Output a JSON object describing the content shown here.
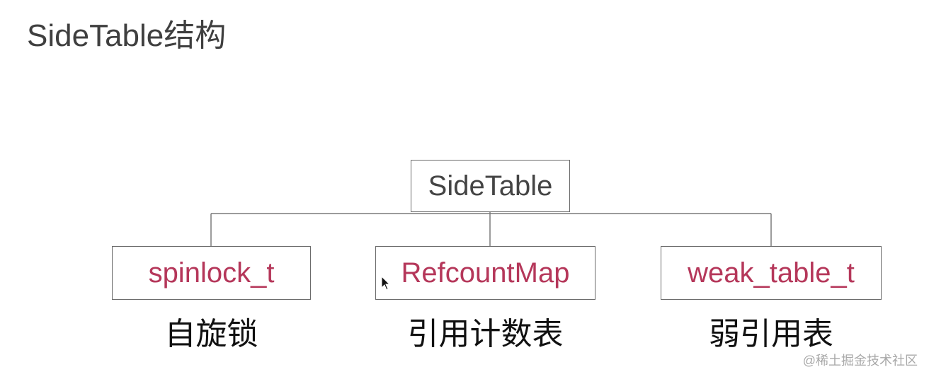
{
  "title": "SideTable结构",
  "diagram": {
    "root": {
      "label": "SideTable"
    },
    "children": [
      {
        "label": "spinlock_t",
        "caption": "自旋锁"
      },
      {
        "label": "RefcountMap",
        "caption": "引用计数表"
      },
      {
        "label": "weak_table_t",
        "caption": "弱引用表"
      }
    ]
  },
  "watermark": "@稀土掘金技术社区",
  "colors": {
    "title_text": "#3f3f3f",
    "root_text": "#444444",
    "child_text": "#b5375a",
    "caption_text": "#111111",
    "box_border": "#6b6b6b",
    "connector": "#7a7a7a",
    "watermark_text": "#a8a8a8"
  }
}
